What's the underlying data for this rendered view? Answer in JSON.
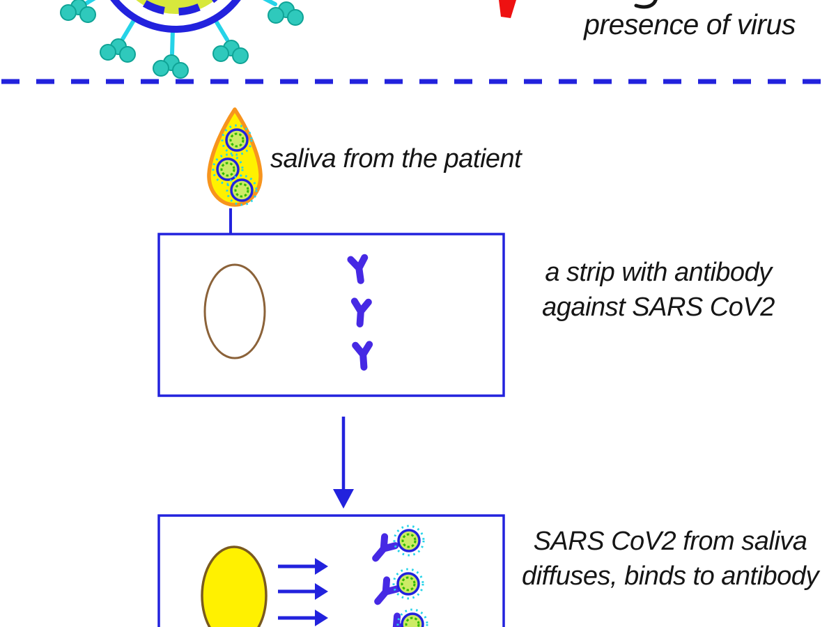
{
  "header": {
    "caption": "presence of virus"
  },
  "steps": {
    "saliva": {
      "label": "saliva from the patient"
    },
    "strip": {
      "label_line1": "a strip with antibody",
      "label_line2": "against SARS CoV2"
    },
    "binding": {
      "label_line1": "SARS CoV2 from saliva",
      "label_line2": "diffuses, binds to antibody"
    }
  },
  "icons": {
    "top_virus": "coronavirus-icon",
    "saliva_drop": "saliva-drop-icon",
    "virus_particle": "virus-particle-icon",
    "antibody": "antibody-y-icon",
    "down_arrow": "down-arrow-icon",
    "diffusion_arrow": "right-arrow-icon"
  },
  "colors": {
    "background": "#FFFFFF",
    "text": "#151515",
    "blue": "#2222DD",
    "violet": "#4629E4",
    "orange": "#F7941D",
    "yellow": "#FFF100",
    "virus-fill": "#D7E83C",
    "virus-light": "#CDEB66",
    "green": "#33BB00",
    "cyan": "#25D3E8",
    "teal": "#2FC9BC",
    "teal-dark": "#0FA396",
    "brown": "#8B6239",
    "brown-dark": "#7A5A20",
    "red": "#EE1111"
  }
}
